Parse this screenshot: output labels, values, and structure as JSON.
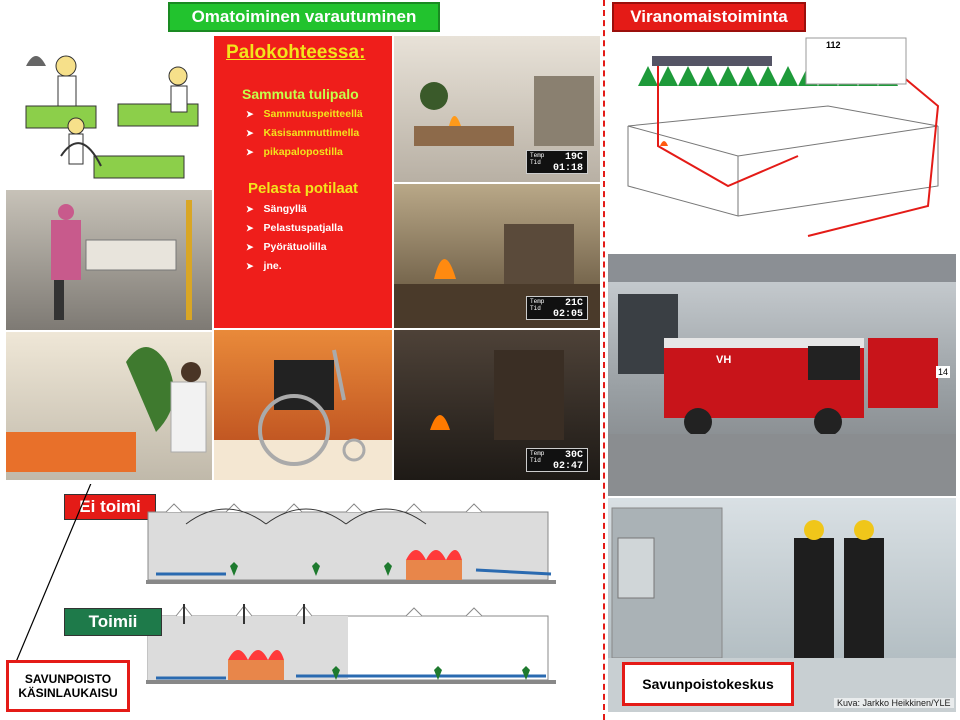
{
  "left_header": "Omatoiminen varautuminen",
  "right_header": "Viranomaistoiminta",
  "fire_card": {
    "title": "Palokohteessa:",
    "section1": "Sammuta tulipalo",
    "items1": [
      "Sammutuspeitteellä",
      "Käsisammuttimella",
      "pikapalopostilla"
    ],
    "section2": "Pelasta potilaat",
    "items2": [
      "Sängyllä",
      "Pelastuspatjalla",
      "Pyörätuolilla",
      "jne."
    ]
  },
  "temp_panels": [
    {
      "temp_label": "Temp",
      "time_label": "Tid",
      "temp": "19C",
      "time": "01:18"
    },
    {
      "temp_label": "Temp",
      "time_label": "Tid",
      "temp": "21C",
      "time": "02:05"
    },
    {
      "temp_label": "Temp",
      "time_label": "Tid",
      "temp": "30C",
      "time": "02:47"
    }
  ],
  "phone_number": "112",
  "diagram": {
    "bad_label": "Ei toimi",
    "good_label": "Toimii"
  },
  "manual_box": {
    "line1": "SAVUNPOISTO",
    "line2": "KÄSINLAUKAISU"
  },
  "center_box": "Savunpoistokeskus",
  "truck_text": "VH",
  "building_number": "14",
  "credit": "Kuva: Jarkko Heikkinen/YLE",
  "colors": {
    "green": "#22c32e",
    "red": "#e41b17",
    "yellow": "#f3e41c"
  }
}
